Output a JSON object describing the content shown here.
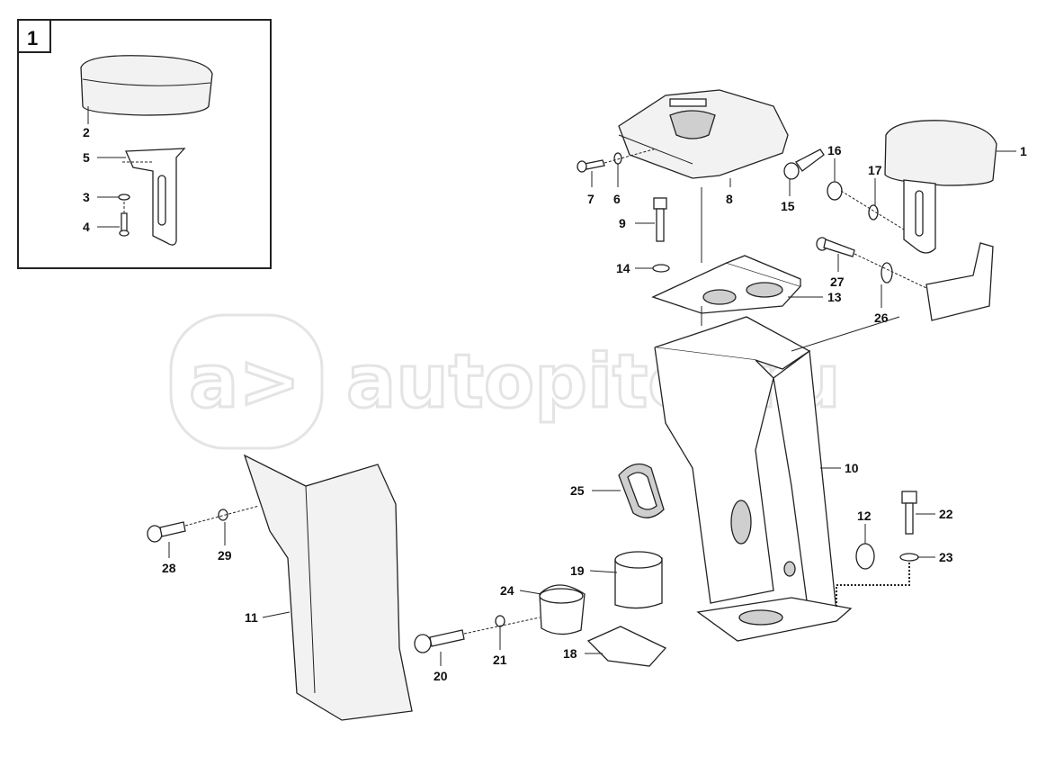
{
  "watermark": {
    "logo_text": "a>",
    "site_text": "autopiter.ru"
  },
  "inset": {
    "number": "1",
    "labels": [
      "2",
      "5",
      "3",
      "4"
    ]
  },
  "callouts": [
    "1",
    "6",
    "7",
    "8",
    "9",
    "10",
    "11",
    "12",
    "13",
    "14",
    "15",
    "16",
    "17",
    "18",
    "19",
    "20",
    "21",
    "22",
    "23",
    "24",
    "25",
    "26",
    "27",
    "28",
    "29"
  ]
}
